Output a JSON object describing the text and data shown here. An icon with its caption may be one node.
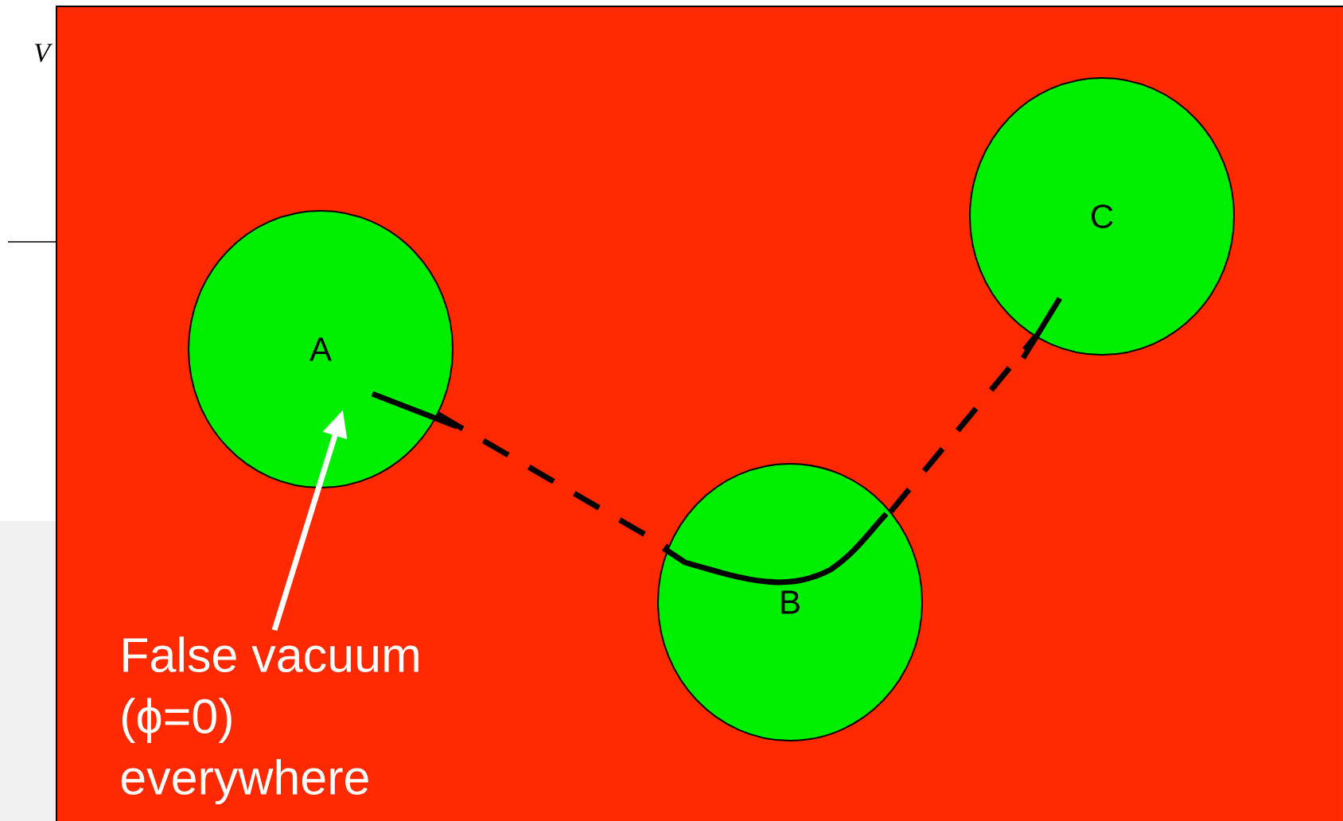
{
  "diagram": {
    "nodes": [
      {
        "text": [],
        "shape": "box"
      },
      {
        "text": [
          "A"
        ],
        "in": 0
      },
      {
        "text": [
          "B"
        ],
        "in": 0
      },
      {
        "text": [
          "C"
        ],
        "in": 0
      },
      {
        "text": [
          "False vacuum (ϕ=0) everywhere"
        ],
        "in": 0
      }
    ],
    "edges": [
      {
        "from": 1,
        "to": 2,
        "arrow": "none",
        "style": "dashed"
      },
      {
        "from": 2,
        "to": 3,
        "arrow": "none",
        "style": "dashed"
      },
      {
        "from": 4,
        "to": 1,
        "arrow": "to",
        "color": "#ffffff"
      }
    ],
    "labels": [
      "V"
    ]
  }
}
